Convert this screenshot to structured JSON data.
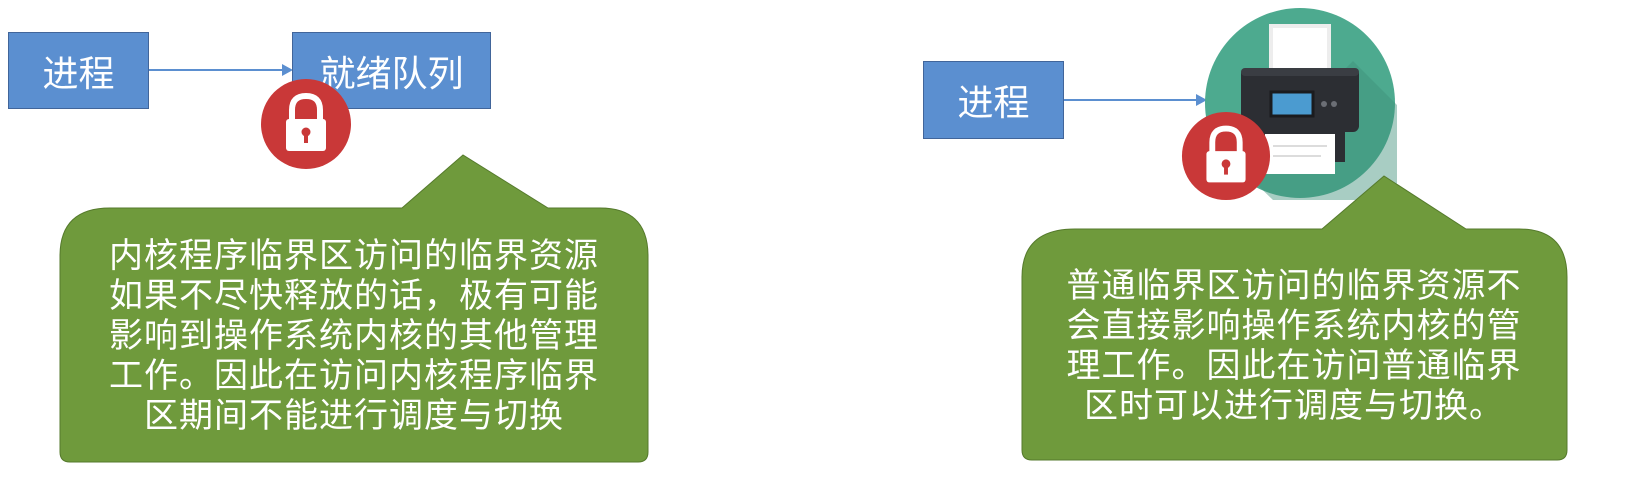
{
  "left_diagram": {
    "process_label": "进程",
    "queue_label": "就绪队列",
    "lock_icon": "padlock-icon",
    "callout_text": "内核程序临界区访问的临界资源\n如果不尽快释放的话，极有可能\n影响到操作系统内核的其他管理\n工作。因此在访问内核程序临界\n区期间不能进行调度与切换"
  },
  "right_diagram": {
    "process_label": "进程",
    "printer_icon": "printer-icon",
    "lock_icon": "padlock-icon",
    "callout_text": "普通临界区访问的临界资源不\n会直接影响操作系统内核的管\n理工作。因此在访问普通临界\n区时可以进行调度与切换。"
  },
  "colors": {
    "box_fill": "#5b8fd0",
    "callout_fill": "#6f9a3c",
    "lock_circle": "#c93838",
    "printer_circle": "#4daa8f",
    "arrow": "#5b8fd0"
  }
}
